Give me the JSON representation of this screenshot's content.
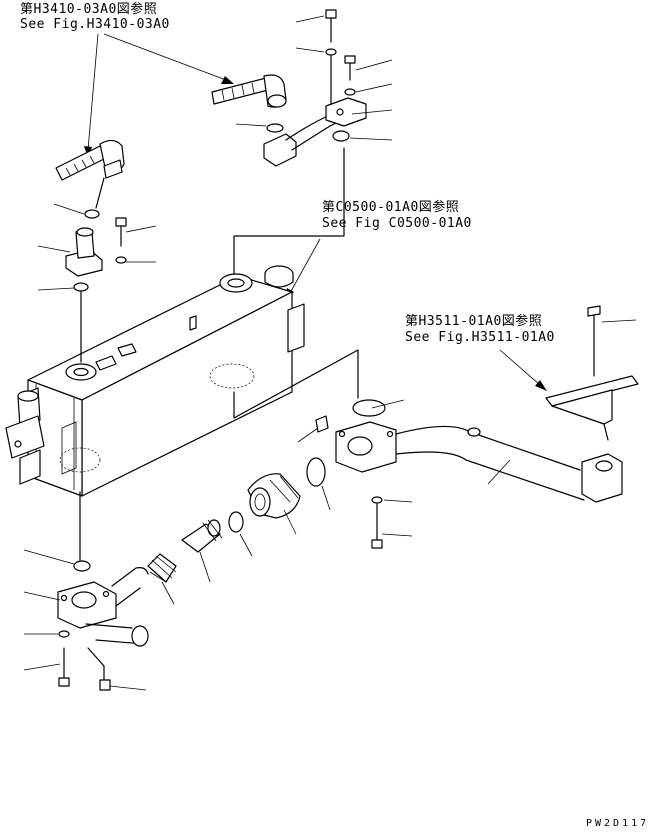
{
  "references": [
    {
      "id": "h3410",
      "jp": "第H3410-03A0図参照",
      "en": "See Fig.H3410-03A0"
    },
    {
      "id": "c0500",
      "jp": "第C0500-01A0図参照",
      "en": "See Fig C0500-01A0"
    },
    {
      "id": "h3511",
      "jp": "第H3511-01A0図参照",
      "en": "See Fig.H3511-01A0"
    }
  ],
  "drawing_code": "PW2D117"
}
